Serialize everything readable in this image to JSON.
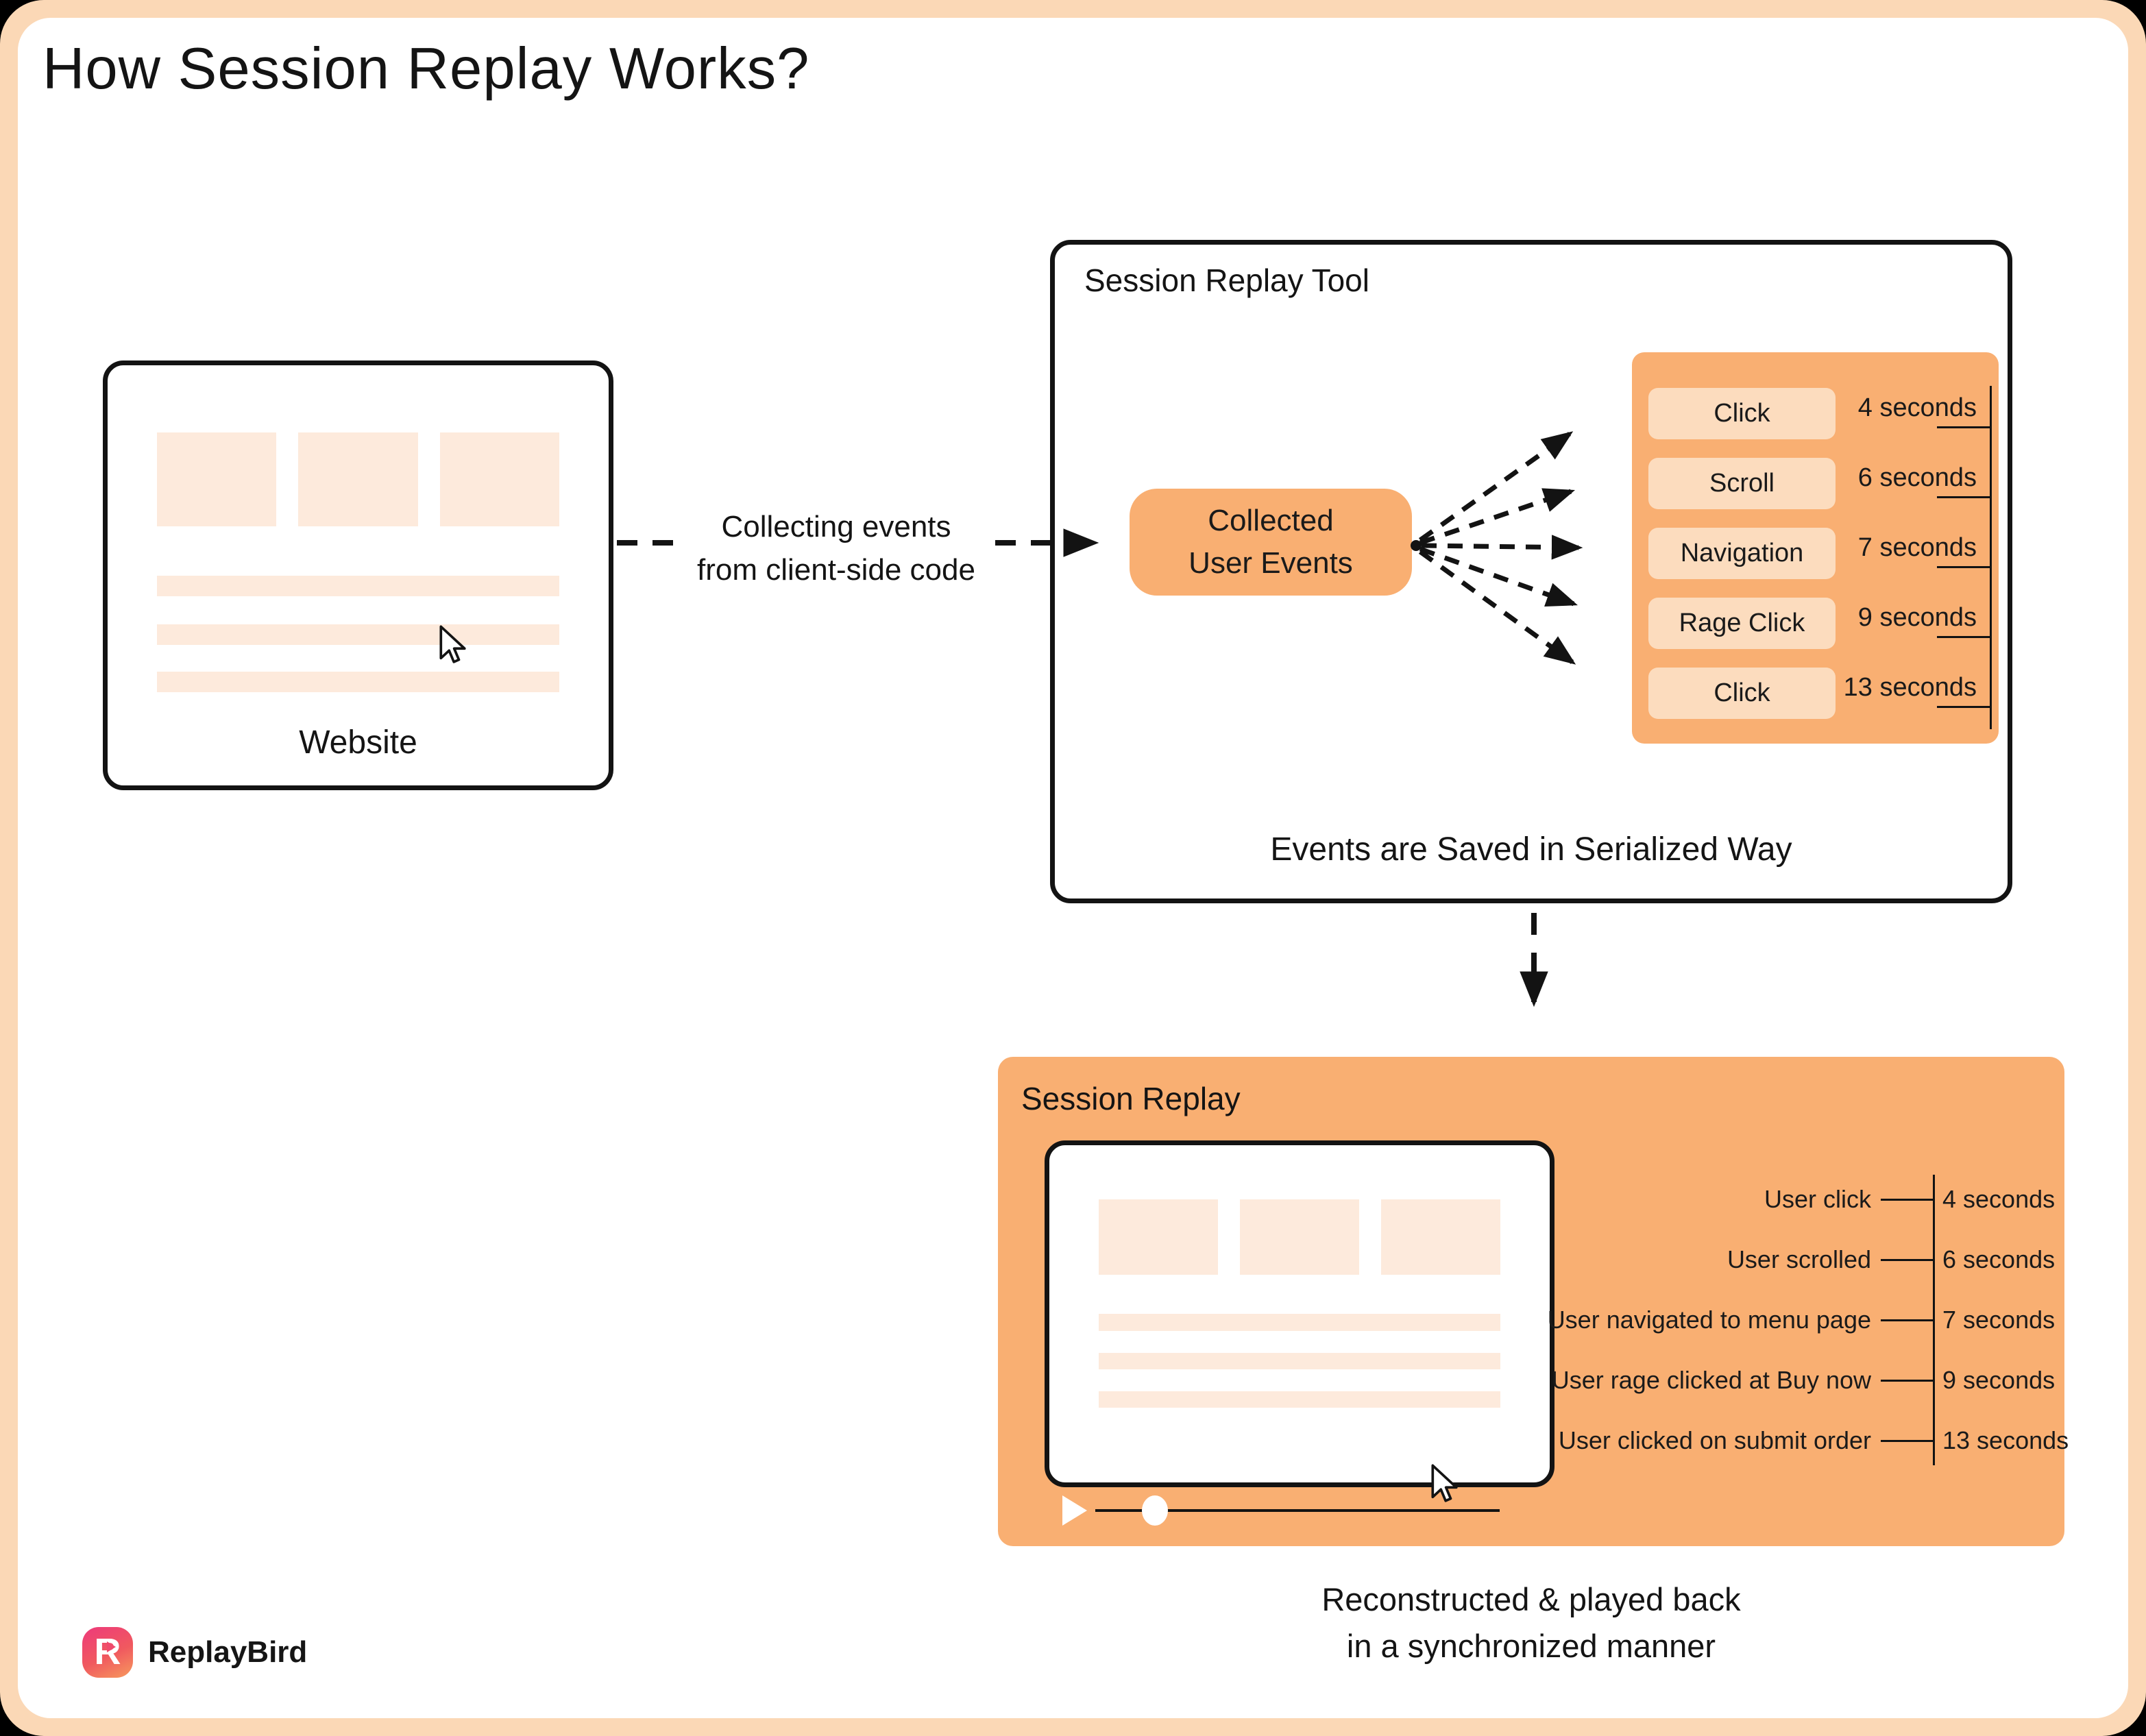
{
  "page": {
    "title": "How Session Replay Works?",
    "colors": {
      "accent_orange": "#F9AF72",
      "light_peach_item": "#FCDCBE",
      "pale_placeholder": "#FDEADC",
      "page_frame": "#FBD8B6",
      "ink": "#131313",
      "logo_pink": "#EE3E77",
      "logo_orange": "#F79A5E"
    }
  },
  "website": {
    "label": "Website"
  },
  "collect": {
    "line1": "Collecting events",
    "line2": "from client-side code"
  },
  "tool": {
    "title": "Session Replay Tool",
    "collected": {
      "line1": "Collected",
      "line2": "User Events"
    },
    "events": [
      {
        "label": "Click",
        "time": "4 seconds"
      },
      {
        "label": "Scroll",
        "time": "6 seconds"
      },
      {
        "label": "Navigation",
        "time": "7 seconds"
      },
      {
        "label": "Rage Click",
        "time": "9 seconds"
      },
      {
        "label": "Click",
        "time": "13 seconds"
      }
    ],
    "footer": "Events are Saved in Serialized Way"
  },
  "replay": {
    "title": "Session Replay",
    "events": [
      {
        "label": "User click",
        "time": "4 seconds"
      },
      {
        "label": "User scrolled",
        "time": "6 seconds"
      },
      {
        "label": "User navigated to menu page",
        "time": "7 seconds"
      },
      {
        "label": "User rage clicked at Buy now",
        "time": "9 seconds"
      },
      {
        "label": "User clicked on submit order",
        "time": "13 seconds"
      }
    ]
  },
  "caption": {
    "line1": "Reconstructed & played back",
    "line2": "in a synchronized manner"
  },
  "brand": {
    "name": "ReplayBird",
    "logo_letter": "R"
  }
}
